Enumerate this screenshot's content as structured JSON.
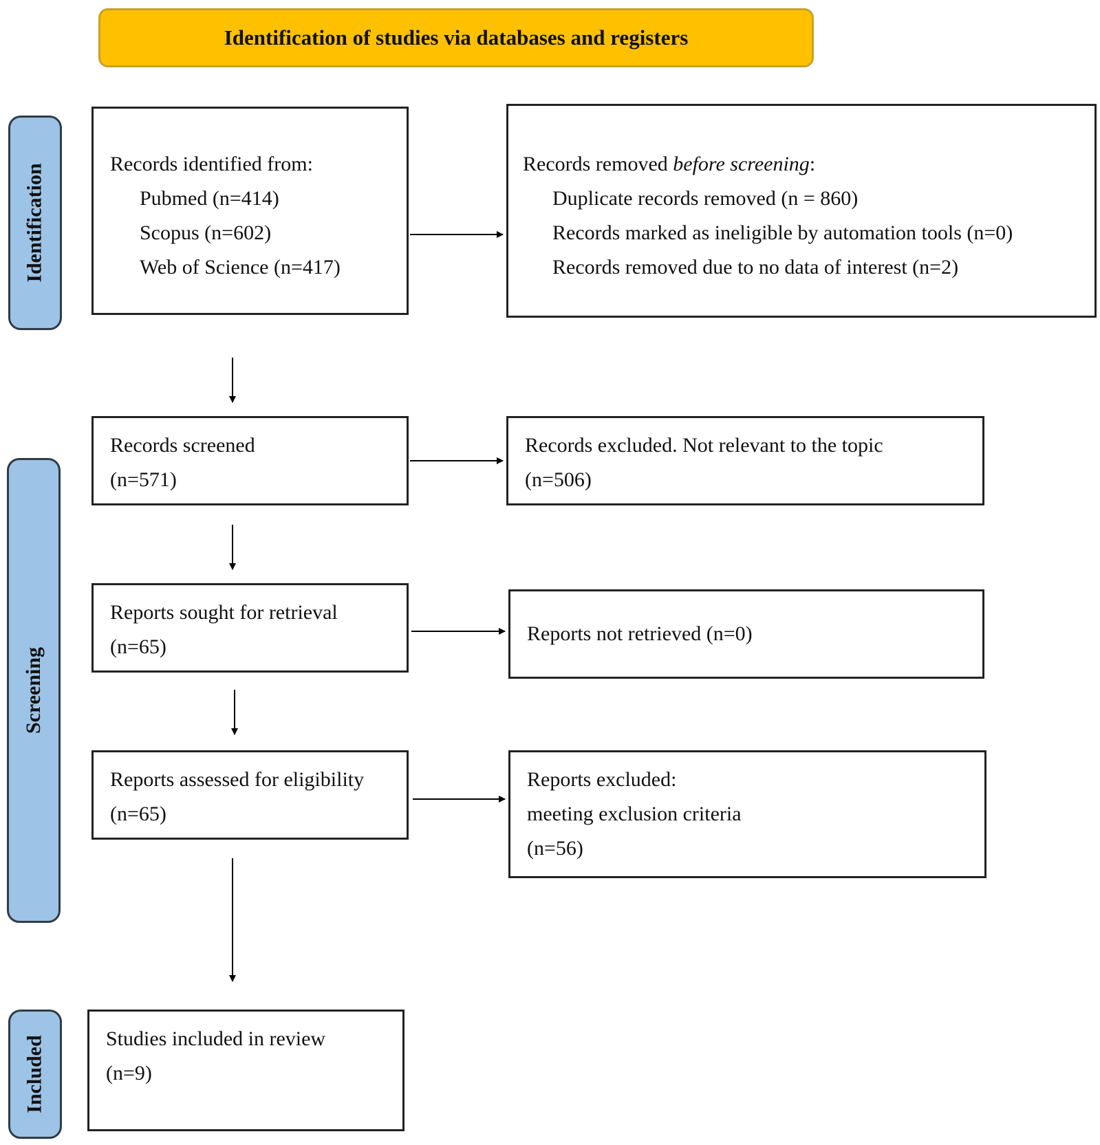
{
  "header": {
    "title": "Identification of studies via databases and registers"
  },
  "stages": {
    "identification": "Identification",
    "screening": "Screening",
    "included": "Included"
  },
  "identified": {
    "heading": "Records identified from:",
    "sources": [
      "Pubmed (n=414)",
      "Scopus (n=602)",
      "Web of Science (n=417)"
    ]
  },
  "removed": {
    "heading_pre": "Records removed ",
    "heading_em": "before screening",
    "heading_post": ":",
    "items": [
      "Duplicate records removed (n = 860)",
      "Records marked as ineligible by automation tools (n=0)",
      "Records removed due to no data of interest (n=2)"
    ]
  },
  "screened": {
    "label": "Records screened",
    "count": "(n=571)"
  },
  "excluded_records": {
    "label": "Records excluded. Not relevant to the topic",
    "count": "(n=506)"
  },
  "sought": {
    "label": "Reports sought for retrieval",
    "count": "(n=65)"
  },
  "not_retrieved": {
    "label": "Reports not retrieved (n=0)"
  },
  "assessed": {
    "label": "Reports assessed for eligibility",
    "count": "(n=65)"
  },
  "reports_excluded": {
    "label": "Reports excluded:",
    "reason": "meeting exclusion criteria",
    "count": "(n=56)"
  },
  "included_box": {
    "label": "Studies included in review",
    "count": "(n=9)"
  }
}
